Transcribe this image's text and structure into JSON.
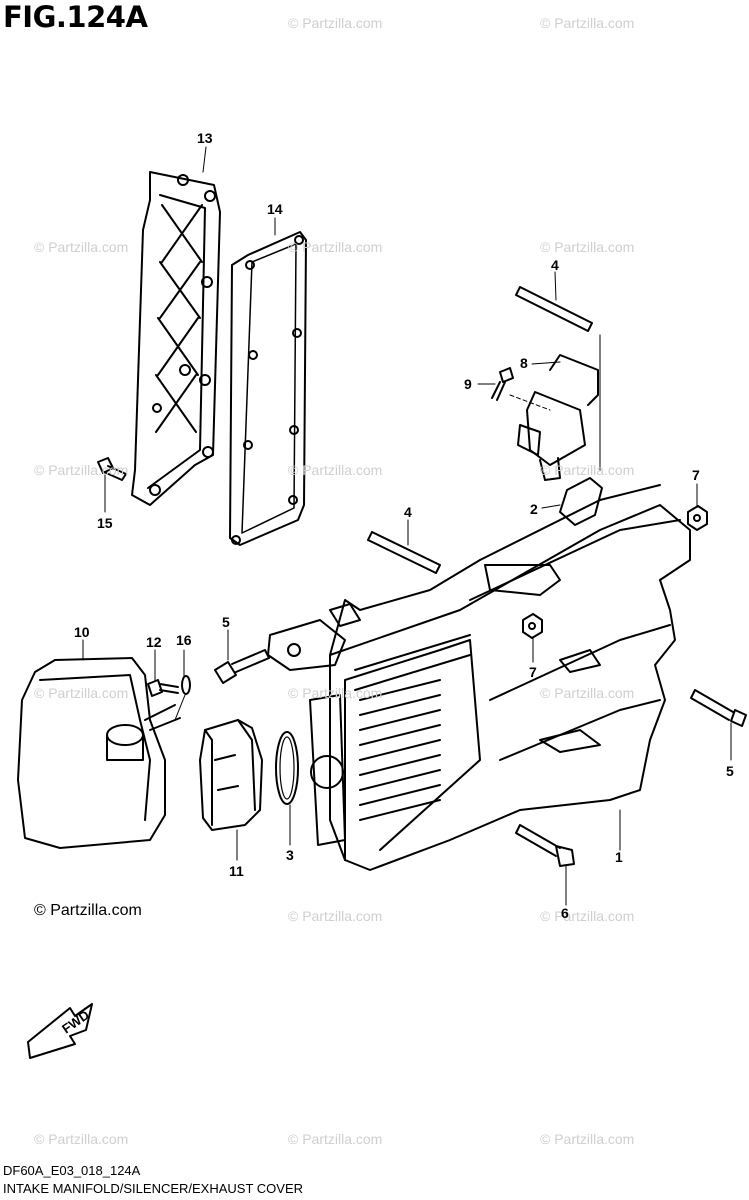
{
  "figure": {
    "title": "FIG.124A",
    "code": "DF60A_E03_018_124A",
    "caption": "INTAKE MANIFOLD/SILENCER/EXHAUST COVER",
    "copyright": "© Partzilla.com",
    "watermark": "© Partzilla.com",
    "fwd_label": "FWD"
  },
  "callouts": [
    "13",
    "14",
    "4",
    "8",
    "9",
    "2",
    "7",
    "15",
    "4",
    "10",
    "12",
    "16",
    "5",
    "7",
    "5",
    "3",
    "11",
    "1",
    "6"
  ]
}
